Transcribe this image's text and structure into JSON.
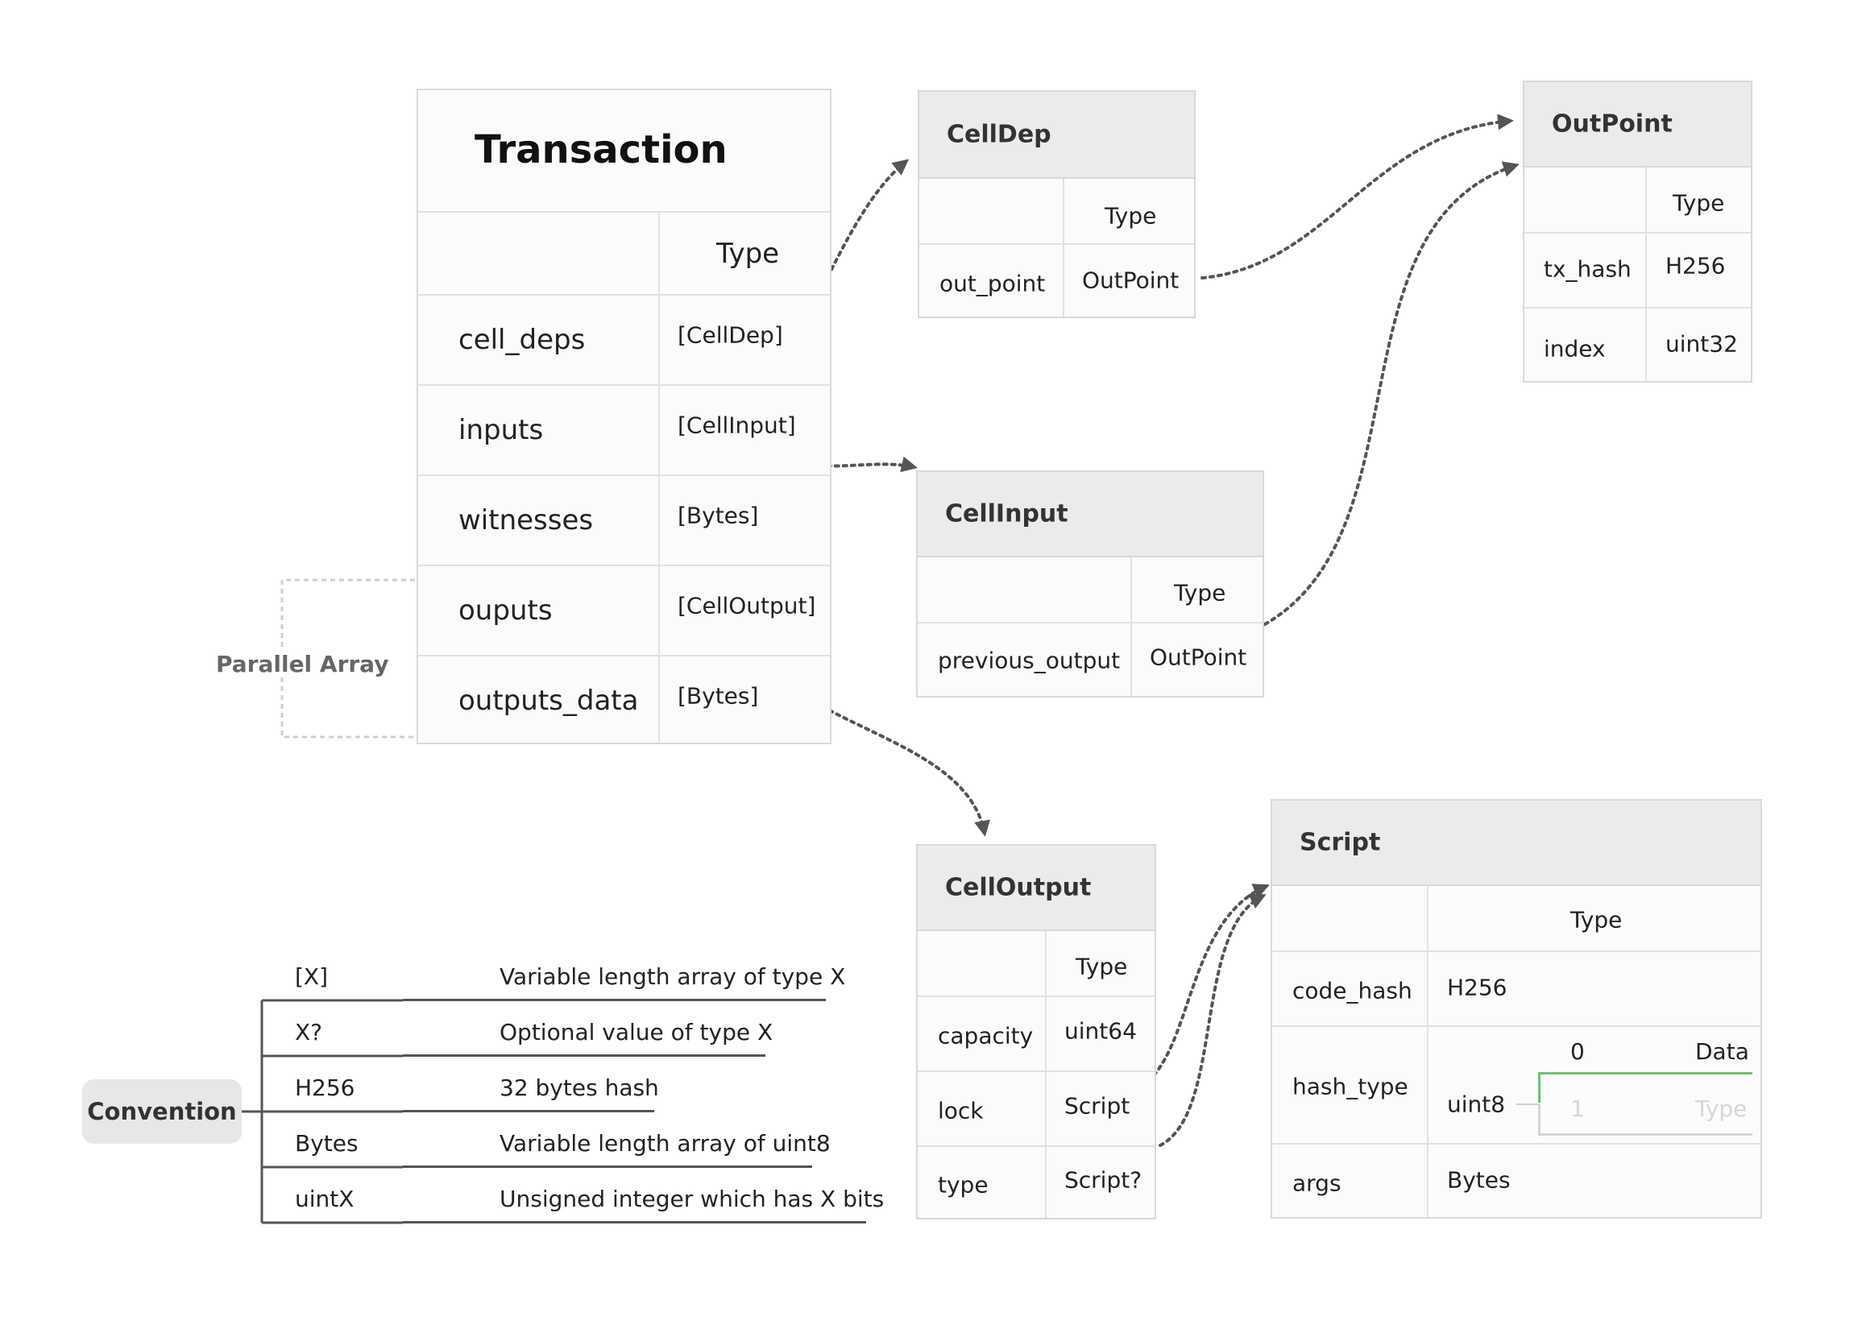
{
  "tx": {
    "title": "Transaction",
    "type_header": "Type",
    "rows": [
      {
        "name": "cell_deps",
        "type": "[CellDep]"
      },
      {
        "name": "inputs",
        "type": "[CellInput]"
      },
      {
        "name": "witnesses",
        "type": "[Bytes]"
      },
      {
        "name": "ouputs",
        "type": "[CellOutput]"
      },
      {
        "name": "outputs_data",
        "type": "[Bytes]"
      }
    ],
    "parallel_label": "Parallel Array"
  },
  "celldep": {
    "title": "CellDep",
    "type_header": "Type",
    "rows": [
      {
        "name": "out_point",
        "type": "OutPoint"
      }
    ]
  },
  "outpoint": {
    "title": "OutPoint",
    "type_header": "Type",
    "rows": [
      {
        "name": "tx_hash",
        "type": "H256"
      },
      {
        "name": "index",
        "type": "uint32"
      }
    ]
  },
  "cellinput": {
    "title": "CellInput",
    "type_header": "Type",
    "rows": [
      {
        "name": "previous_output",
        "type": "OutPoint"
      }
    ]
  },
  "celloutput": {
    "title": "CellOutput",
    "type_header": "Type",
    "rows": [
      {
        "name": "capacity",
        "type": "uint64"
      },
      {
        "name": "lock",
        "type": "Script"
      },
      {
        "name": "type",
        "type": "Script?"
      }
    ]
  },
  "script": {
    "title": "Script",
    "type_header": "Type",
    "rows": [
      {
        "name": "code_hash",
        "type": "H256"
      },
      {
        "name": "hash_type",
        "type": "uint8"
      },
      {
        "name": "args",
        "type": "Bytes"
      }
    ],
    "hash_type_values": [
      {
        "value": "0",
        "meaning": "Data"
      },
      {
        "value": "1",
        "meaning": "Type"
      }
    ]
  },
  "convention": {
    "label": "Convention",
    "items": [
      {
        "key": "[X]",
        "desc": "Variable length array of type X"
      },
      {
        "key": "X?",
        "desc": "Optional value of type X"
      },
      {
        "key": "H256",
        "desc": "32 bytes hash"
      },
      {
        "key": "Bytes",
        "desc": "Variable length array of uint8"
      },
      {
        "key": "uintX",
        "desc": "Unsigned integer which has X bits"
      }
    ]
  },
  "colors": {
    "accent_green": "#6cc36c",
    "arrow": "#555555",
    "header_bg": "#ebebeb"
  }
}
